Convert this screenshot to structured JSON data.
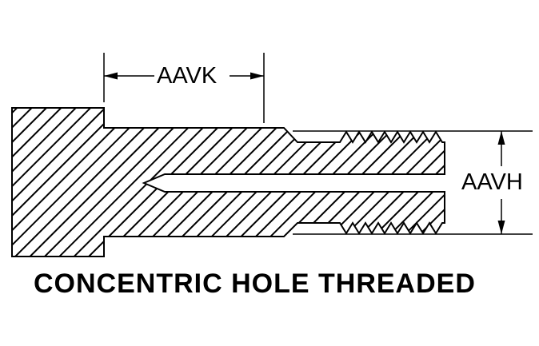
{
  "diagram": {
    "type": "engineering-cross-section",
    "subject": "threaded fastener with concentric hole"
  },
  "labels": {
    "aavk": "AAVK",
    "aavh": "AAVH"
  },
  "caption": {
    "text": "CONCENTRIC HOLE THREADED"
  },
  "colors": {
    "line": "#000000",
    "background": "#ffffff"
  }
}
